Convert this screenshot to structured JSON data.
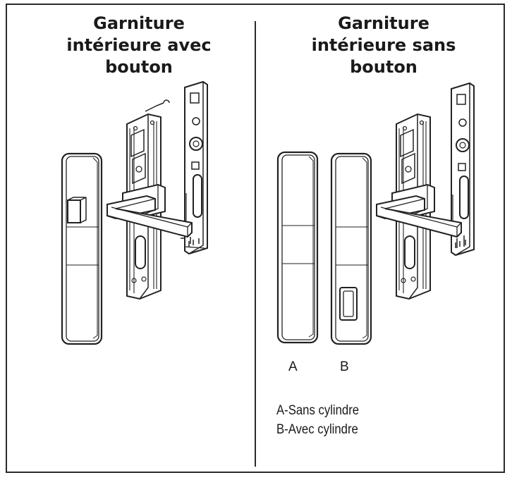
{
  "left_panel": {
    "title": "Garniture\nintérieure avec\nbouton"
  },
  "right_panel": {
    "title": "Garniture\nintérieure sans\nbouton",
    "label_a": "A",
    "label_b": "B",
    "legend": [
      "A-Sans cylindre",
      "B-Avec cylindre"
    ]
  }
}
